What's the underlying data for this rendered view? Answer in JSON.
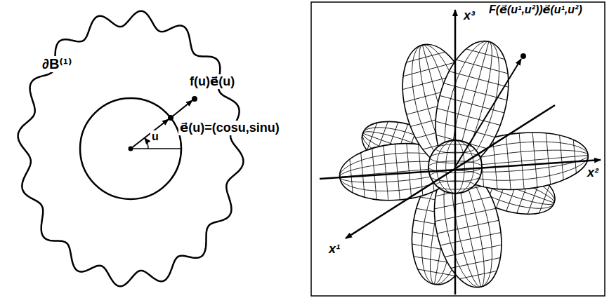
{
  "diagram": {
    "labels": [
      "∂B⁽¹⁾",
      "f(u)e⃗(u)",
      "e⃗(u)=(cosu,sinu)",
      "u",
      "x³",
      "F(e⃗(u¹,u²))e⃗(u¹,u²)",
      "x¹",
      "x²"
    ]
  }
}
